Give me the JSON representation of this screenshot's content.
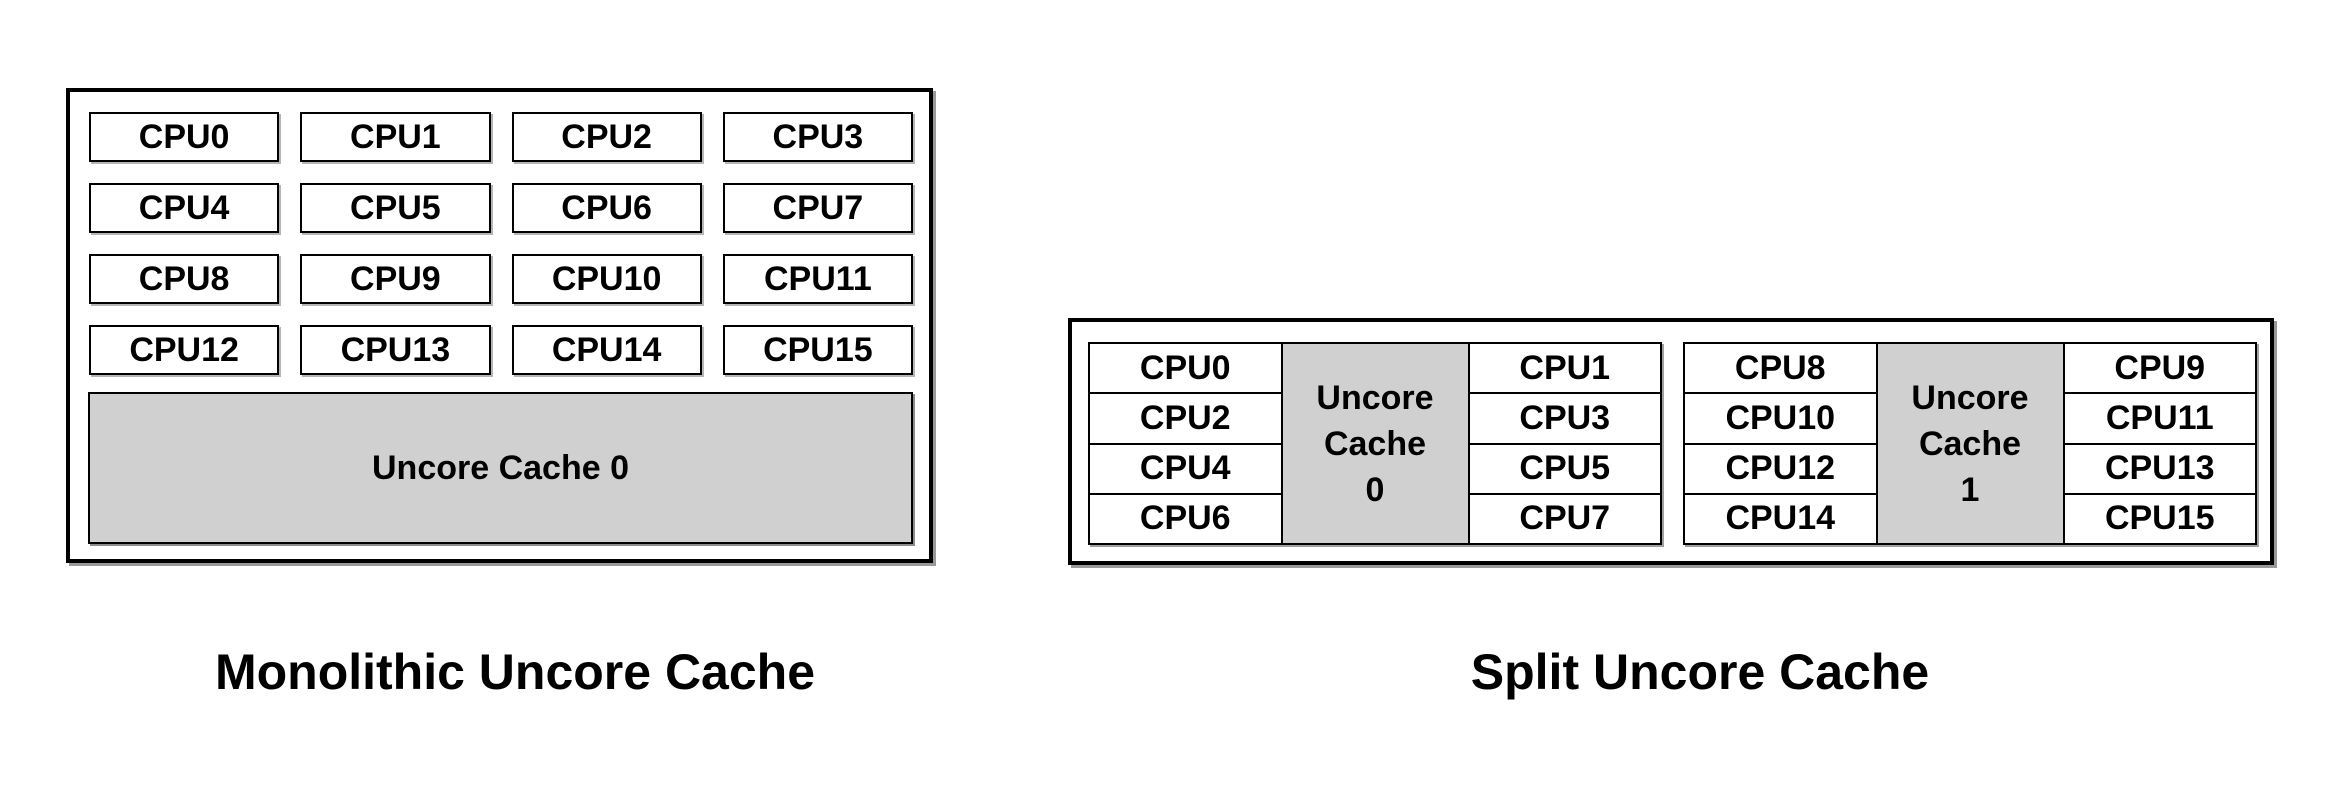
{
  "monolithic": {
    "caption": "Monolithic Uncore Cache",
    "cpus": [
      "CPU0",
      "CPU1",
      "CPU2",
      "CPU3",
      "CPU4",
      "CPU5",
      "CPU6",
      "CPU7",
      "CPU8",
      "CPU9",
      "CPU10",
      "CPU11",
      "CPU12",
      "CPU13",
      "CPU14",
      "CPU15"
    ],
    "cache_label": "Uncore Cache 0"
  },
  "split": {
    "caption": "Split Uncore Cache",
    "clusters": [
      {
        "left_cpus": [
          "CPU0",
          "CPU2",
          "CPU4",
          "CPU6"
        ],
        "cache_lines": [
          "Uncore",
          "Cache",
          "0"
        ],
        "right_cpus": [
          "CPU1",
          "CPU3",
          "CPU5",
          "CPU7"
        ]
      },
      {
        "left_cpus": [
          "CPU8",
          "CPU10",
          "CPU12",
          "CPU14"
        ],
        "cache_lines": [
          "Uncore",
          "Cache",
          "1"
        ],
        "right_cpus": [
          "CPU9",
          "CPU11",
          "CPU13",
          "CPU15"
        ]
      }
    ]
  },
  "colors": {
    "background": "#ffffff",
    "border": "#000000",
    "cache_fill": "#d0d0d0",
    "shadow": "#999999",
    "text": "#000000"
  }
}
